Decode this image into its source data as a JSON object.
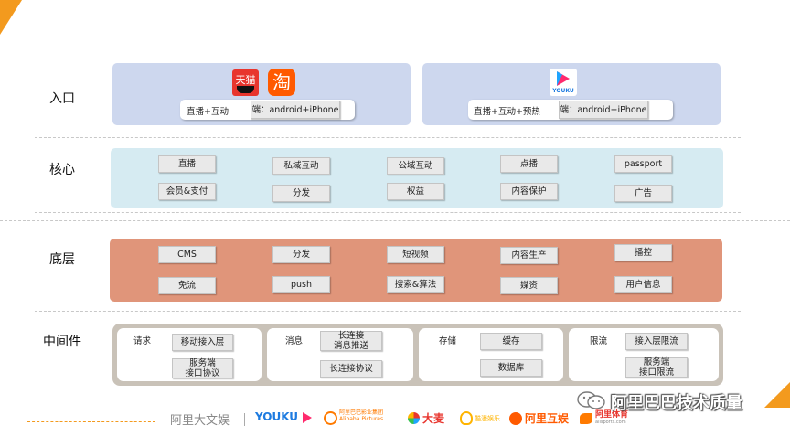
{
  "rows": {
    "entry": "入口",
    "core": "核心",
    "base": "底层",
    "middleware": "中间件"
  },
  "entry": {
    "left": {
      "logo_tmall": "天猫",
      "logo_taobao": "淘",
      "label": "直播+互动",
      "platforms": "端：android+iPhone"
    },
    "right": {
      "logo_youku": "YOUKU",
      "label": "直播+互动+预热",
      "platforms": "端：android+iPhone"
    }
  },
  "core": [
    "直播",
    "私域互动",
    "公域互动",
    "点播",
    "passport",
    "会员&支付",
    "分发",
    "权益",
    "内容保护",
    "广告"
  ],
  "base": [
    "CMS",
    "分发",
    "短视频",
    "内容生产",
    "播控",
    "免流",
    "push",
    "搜索&算法",
    "媒资",
    "用户信息"
  ],
  "middleware": {
    "request": {
      "title": "请求",
      "items": [
        "移动接入层",
        "服务端\n接口协议"
      ]
    },
    "message": {
      "title": "消息",
      "items": [
        "长连接\n消息推送",
        "长连接协议"
      ]
    },
    "storage": {
      "title": "存储",
      "items": [
        "缓存",
        "数据库"
      ]
    },
    "limit": {
      "title": "限流",
      "items": [
        "接入层限流",
        "服务端\n接口限流"
      ]
    }
  },
  "footer": {
    "brands": [
      "阿里大文娱",
      "YOUKU",
      "阿里巴巴影业集团",
      "Alibaba Pictures",
      "大麦",
      "酷漫娱乐",
      "阿里互娱",
      "阿里体育",
      "alisports.com"
    ],
    "watermark": "阿里巴巴技术质量"
  },
  "colors": {
    "accent_orange": "#f39a1e",
    "entry_panel": "#cdd7ee",
    "core_panel": "#d6ebf2",
    "base_panel": "#e0957a",
    "middleware_panel": "#c9c2b8",
    "youku_blue": "#1ea5ff",
    "youku_pink": "#ff2a6d",
    "tmall_red": "#e8352e",
    "taobao_orange": "#ff5a00"
  }
}
